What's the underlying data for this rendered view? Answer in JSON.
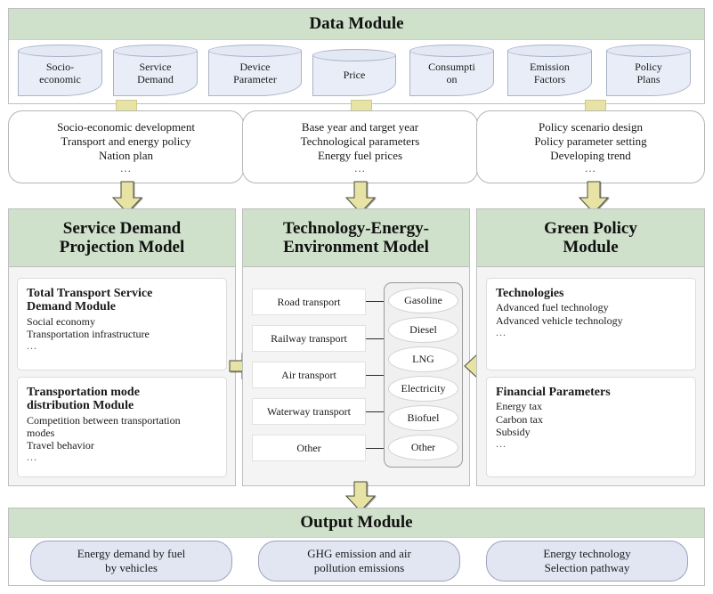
{
  "data_module": {
    "title": "Data Module",
    "stores": [
      {
        "label": "Socio-\neconomic"
      },
      {
        "label": "Service\nDemand"
      },
      {
        "label": "Device\nParameter"
      },
      {
        "label": "Price"
      },
      {
        "label": "Consumpti\non"
      },
      {
        "label": "Emission\nFactors"
      },
      {
        "label": "Policy\nPlans"
      }
    ]
  },
  "notes": [
    {
      "lines": [
        "Socio-economic development",
        "Transport and energy policy",
        "Nation plan"
      ],
      "ellipsis": "..."
    },
    {
      "lines": [
        "Base year and target year",
        "Technological parameters",
        "Energy fuel prices"
      ],
      "ellipsis": "..."
    },
    {
      "lines": [
        "Policy scenario design",
        "Policy parameter setting",
        "Developing trend"
      ],
      "ellipsis": "..."
    }
  ],
  "modules": {
    "service_demand": {
      "title": "Service Demand\nProjection Model",
      "cards": [
        {
          "title": "Total Transport Service\nDemand Module",
          "lines": [
            "Social economy",
            "Transportation infrastructure"
          ],
          "ellipsis": "..."
        },
        {
          "title": "Transportation mode\ndistribution Module",
          "lines": [
            "Competition between transportation",
            "modes",
            "Travel behavior"
          ],
          "ellipsis": "..."
        }
      ]
    },
    "technology": {
      "title": "Technology-Energy-\nEnvironment Model",
      "modes": [
        "Road transport",
        "Railway transport",
        "Air transport",
        "Waterway transport",
        "Other"
      ],
      "fuels": [
        "Gasoline",
        "Diesel",
        "LNG",
        "Electricity",
        "Biofuel",
        "Other"
      ]
    },
    "green_policy": {
      "title": "Green Policy\nModule",
      "cards": [
        {
          "title": "Technologies",
          "lines": [
            "Advanced fuel technology",
            "Advanced vehicle technology"
          ],
          "ellipsis": "..."
        },
        {
          "title": "Financial Parameters",
          "lines": [
            "Energy tax",
            "Carbon tax",
            "Subsidy"
          ],
          "ellipsis": "..."
        }
      ]
    }
  },
  "output_module": {
    "title": "Output Module",
    "outputs": [
      "Energy demand by fuel\nby vehicles",
      "GHG emission and air\npollution emissions",
      "Energy technology\nSelection pathway"
    ]
  },
  "colors": {
    "module_header_green": "#cfe0cb",
    "data_store_blue": "#e9edf7",
    "arrow_yellow": "#e7e3a4",
    "panel_gray": "#f4f4f4"
  }
}
